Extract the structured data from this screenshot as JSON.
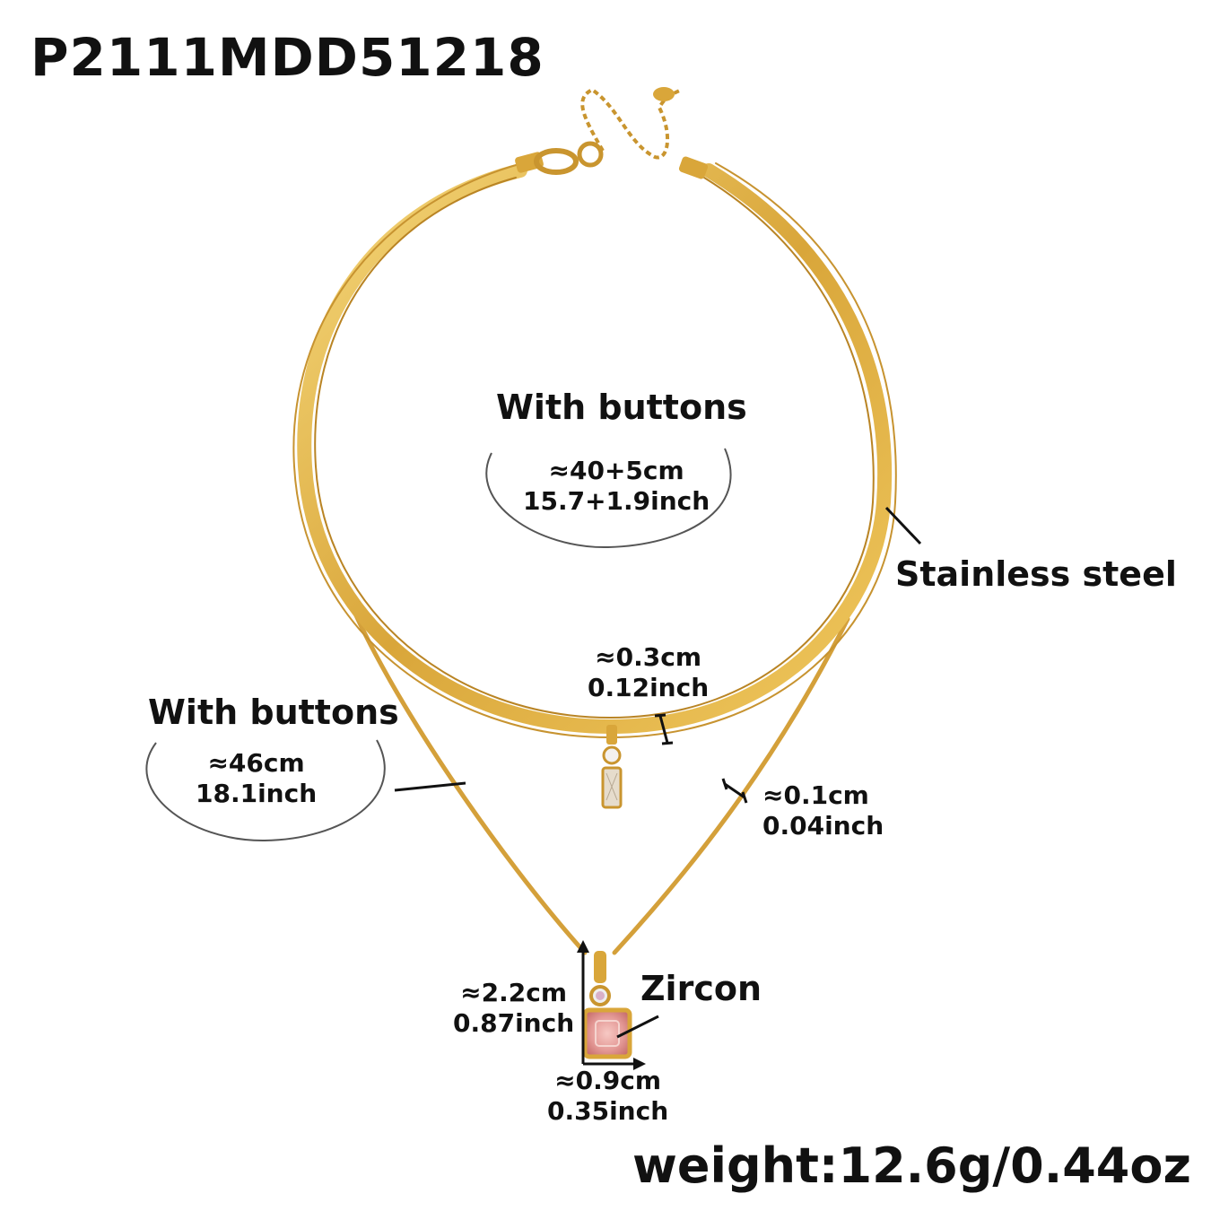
{
  "sku": "P2111MDD51218",
  "choker": {
    "heading": "With buttons",
    "length_cm": "≈40+5cm",
    "length_inch": "15.7+1.9inch"
  },
  "material_label": "Stainless steel",
  "choker_width": {
    "cm": "≈0.3cm",
    "inch": "0.12inch"
  },
  "long_chain": {
    "heading": "With buttons",
    "length_cm": "≈46cm",
    "length_inch": "18.1inch"
  },
  "chain_width": {
    "cm": "≈0.1cm",
    "inch": "0.04inch"
  },
  "pendant": {
    "stone_label": "Zircon",
    "height_cm": "≈2.2cm",
    "height_inch": "0.87inch",
    "width_cm": "≈0.9cm",
    "width_inch": "0.35inch"
  },
  "weight": "weight:12.6g/0.44oz",
  "colors": {
    "gold": "#d9a63a",
    "gold_light": "#f2cf6d",
    "gold_dark": "#b07f1f",
    "stone_pink": "#e8a0a0",
    "oval": "#555555"
  }
}
